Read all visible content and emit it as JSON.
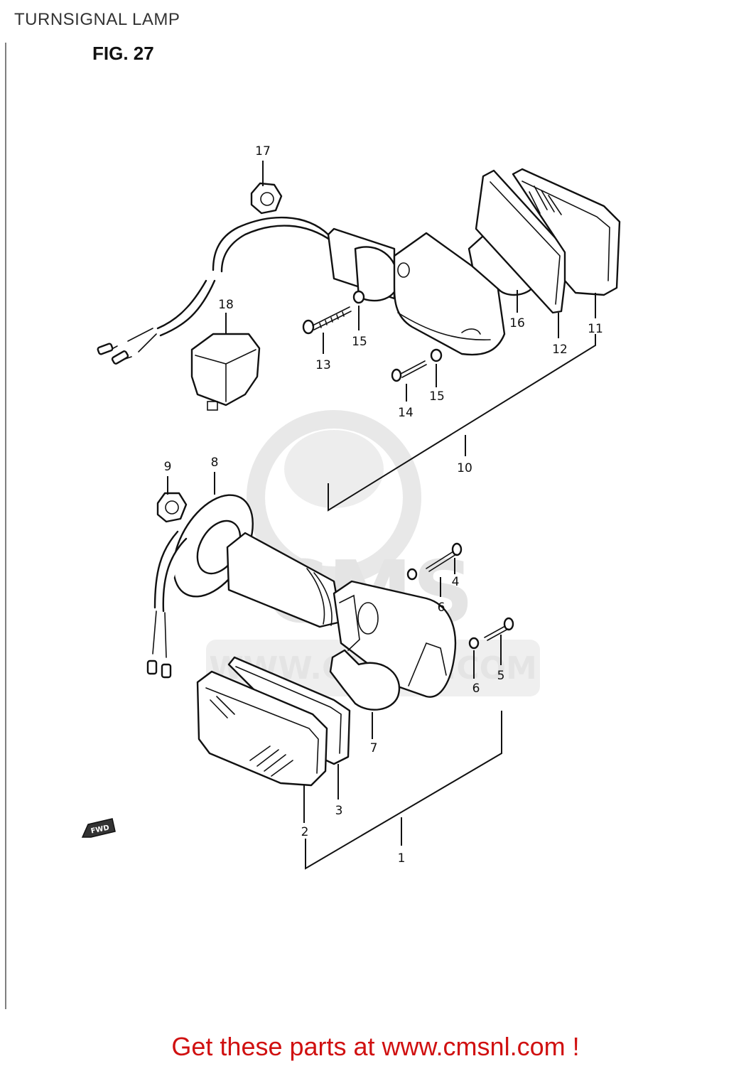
{
  "header": {
    "title": "TURNSIGNAL LAMP",
    "figure": "FIG. 27"
  },
  "watermark": {
    "brand": "CMS",
    "url": "WWW.CMSNL.COM"
  },
  "callouts": {
    "p1": "1",
    "p2": "2",
    "p3": "3",
    "p4": "4",
    "p5": "5",
    "p6a": "6",
    "p6b": "6",
    "p7": "7",
    "p8": "8",
    "p9": "9",
    "p10": "10",
    "p11": "11",
    "p12": "12",
    "p13": "13",
    "p14": "14",
    "p15a": "15",
    "p15b": "15",
    "p16": "16",
    "p17": "17",
    "p18": "18"
  },
  "fwd_marker": "FWD",
  "footer": {
    "cta": "Get these parts at www.cmsnl.com !"
  },
  "colors": {
    "ink": "#111111",
    "footer_red": "#d01010",
    "watermark_gray": "#e2e2e2"
  }
}
